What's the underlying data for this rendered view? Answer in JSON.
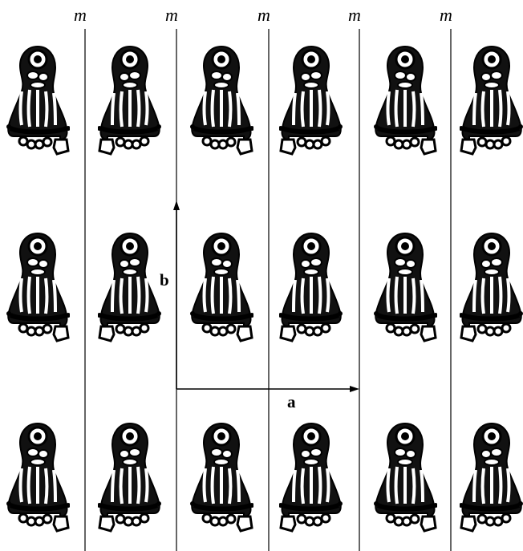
{
  "figure": {
    "mirror_label": "m",
    "mirror_line_count": 5,
    "axis_a_label": "a",
    "axis_b_label": "b",
    "motif": "foot-skeleton-icon",
    "grid": {
      "rows": 3,
      "columns": 6
    },
    "colors": {
      "ink": "#000000",
      "background": "#ffffff"
    }
  }
}
